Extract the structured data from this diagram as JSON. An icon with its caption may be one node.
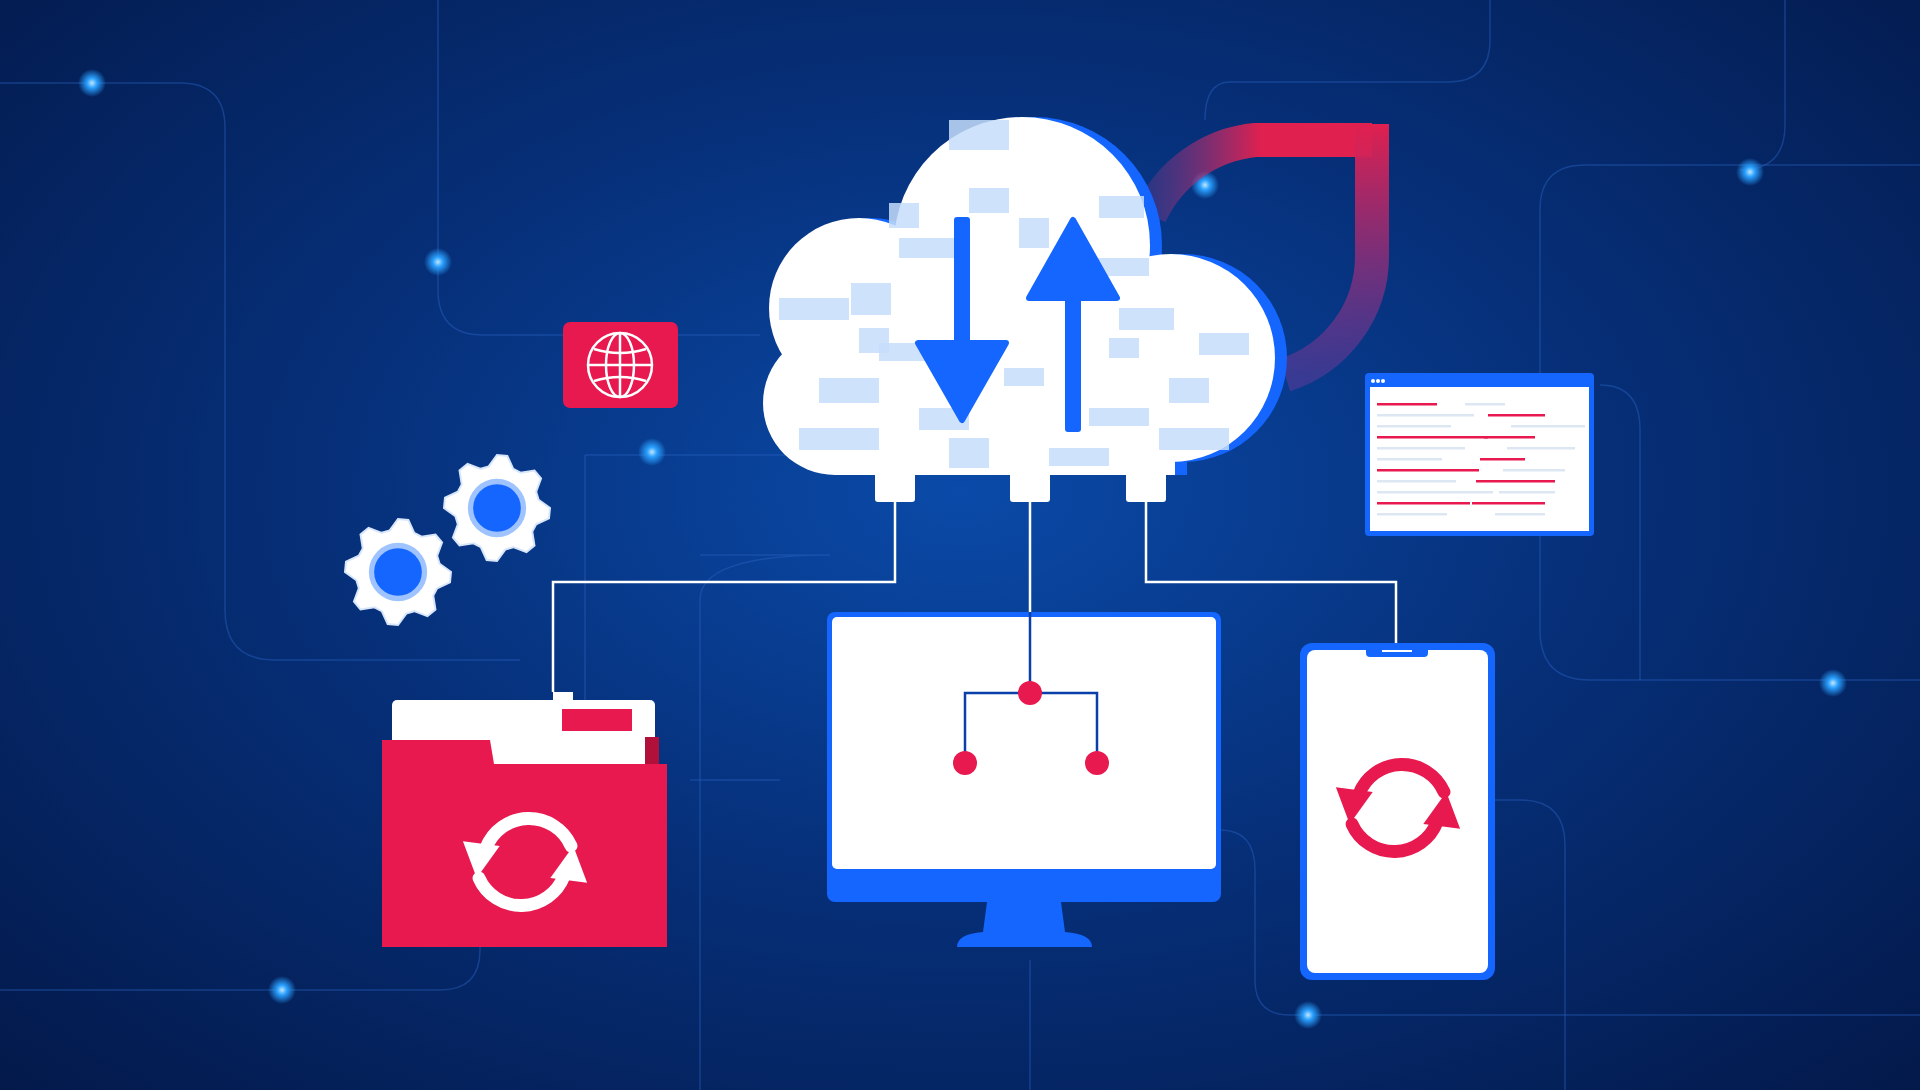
{
  "diagram": {
    "nodes": [
      {
        "text": [],
        "shape": "cloud"
      },
      {
        "text": [],
        "shape": "picture"
      },
      {
        "text": [],
        "shape": "picture"
      },
      {
        "text": [],
        "shape": "picture"
      }
    ],
    "edges": [
      {
        "from": 0,
        "to": 1,
        "arrow": "none"
      },
      {
        "from": 0,
        "to": 2,
        "arrow": "none"
      },
      {
        "from": 0,
        "to": 3,
        "arrow": "none"
      }
    ]
  }
}
